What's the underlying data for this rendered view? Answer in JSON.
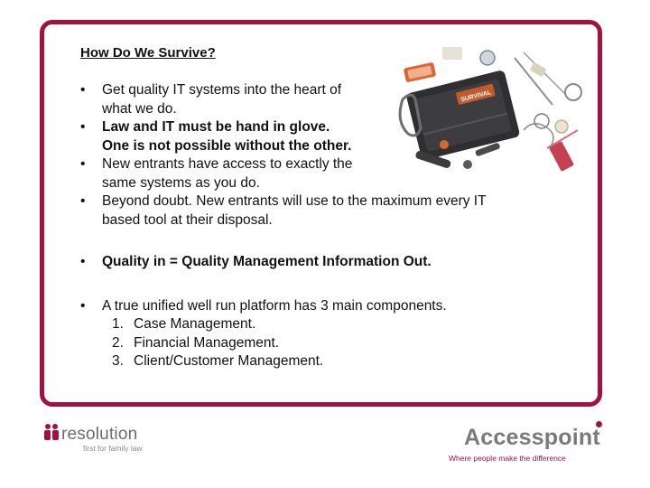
{
  "slide": {
    "title": "How Do We Survive?",
    "bullets": [
      {
        "text": "Get quality IT systems into the heart of\nwhat we do.",
        "bold": false
      },
      {
        "text": "Law and IT must be hand in glove.\nOne is not possible without the other.",
        "bold": true
      },
      {
        "text": "New entrants have access to exactly the\nsame systems as you do.",
        "bold": false
      },
      {
        "text": "Beyond doubt. New entrants will use to the maximum every IT\nbased tool at their disposal.",
        "bold": false
      }
    ],
    "bullet_quality": "Quality in = Quality Management Information Out.",
    "bullet_platform": "A true unified well run platform has 3 main components.",
    "components": [
      {
        "num": "1.",
        "label": "Case Management."
      },
      {
        "num": "2.",
        "label": "Financial Management."
      },
      {
        "num": "3.",
        "label": "Client/Customer Management."
      }
    ],
    "bullet_glyph": "•"
  },
  "image": {
    "kit_label": "SURVIVAL"
  },
  "footer": {
    "left_logo_text": "resolution",
    "left_tagline": "first for family law",
    "right_logo_text": "Accesspoint",
    "right_tagline": "Where people make the difference"
  },
  "colors": {
    "brand": "#a3123f",
    "logo_grey": "#7a7a7a"
  }
}
